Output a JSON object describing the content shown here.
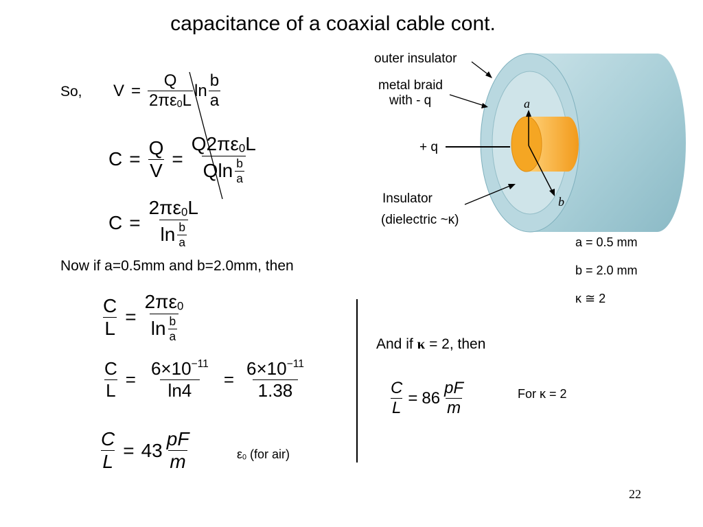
{
  "slide": {
    "title": "capacitance of a coaxial cable cont.",
    "page_number": "22"
  },
  "text": {
    "so": "So,",
    "now_if": "Now if a=0.5mm and b=2.0mm, then",
    "and_if": "And if",
    "and_if_rest": "= 2, then",
    "for_kappa_2": "For κ = 2",
    "eps0_note_symbol": "ε",
    "eps0_note_sub": "0",
    "eps0_note_rest": " (for air)"
  },
  "given_values": {
    "a": "a = 0.5 mm",
    "b": "b = 2.0 mm",
    "kappa": "κ ≅ 2"
  },
  "diagram": {
    "outer_insulator": "outer insulator",
    "metal_braid_line1": "metal braid",
    "metal_braid_line2": "with - q",
    "plus_q": "+ q",
    "insulator_line1": "Insulator",
    "insulator_line2": "(dielectric ~κ)",
    "label_a": "a",
    "label_b": "b",
    "colors": {
      "outer": "#a9cfd8",
      "inner_core": "#f5a623",
      "background": "#ffffff"
    }
  },
  "math": {
    "eq1": {
      "V": "V",
      "Q": "Q",
      "den": "2πε",
      "den_sub": "0",
      "den_L": "L",
      "ln": "ln",
      "b": "b",
      "a": "a"
    },
    "eq2": {
      "C": "C",
      "Q": "Q",
      "V": "V",
      "num2": "Q2πε",
      "num2_sub": "0",
      "num2_L": "L",
      "den2": "Q",
      "ln": "ln",
      "b": "b",
      "a": "a"
    },
    "eq3": {
      "C": "C",
      "num": "2πε",
      "num_sub": "0",
      "num_L": "L",
      "ln": "ln",
      "b": "b",
      "a": "a"
    },
    "eq4": {
      "C": "C",
      "L": "L",
      "num": "2πε",
      "num_sub": "0",
      "ln": "ln",
      "b": "b",
      "a": "a"
    },
    "eq5": {
      "C": "C",
      "L": "L",
      "num1": "6×10",
      "exp": "−11",
      "den1": "ln4",
      "num2": "6×10",
      "den2": "1.38"
    },
    "eq6": {
      "C": "C",
      "L": "L",
      "value": "43",
      "pF": "pF",
      "m": "m"
    },
    "eq7": {
      "C": "C",
      "L": "L",
      "value": "86",
      "pF": "pF",
      "m": "m"
    }
  }
}
